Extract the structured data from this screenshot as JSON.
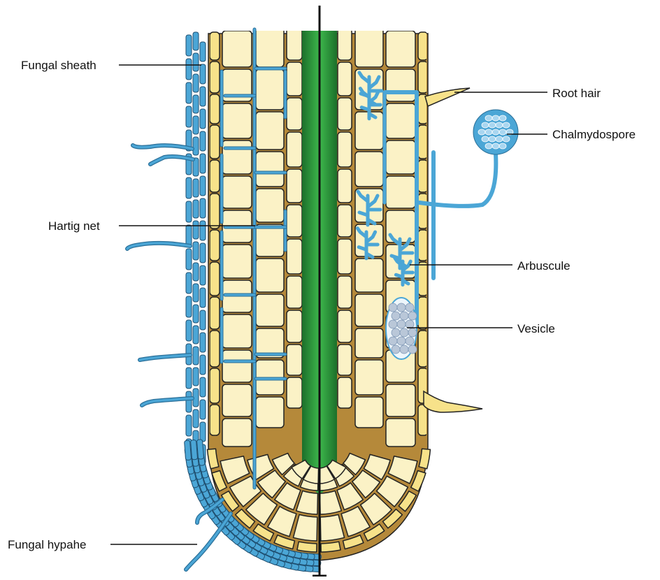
{
  "colors": {
    "background": "#ffffff",
    "cell_fill": "#fbf2c6",
    "cell_stroke": "#222222",
    "matrix_fill": "#b5893a",
    "epidermis_fill": "#f7e28a",
    "stele_dark": "#1e7e2e",
    "stele_light": "#3bb34b",
    "fungus": "#4ba6d6",
    "fungus_light": "#a9d6f0",
    "vesicle_fill": "#b9c7d8",
    "leader_line": "#111111"
  },
  "labels": {
    "fungal_sheath": "Fungal sheath",
    "hartig_net": "Hartig net",
    "fungal_hyphae": "Fungal hypahe",
    "root_hair": "Root hair",
    "chlamydospore": "Chalmydospore",
    "arbuscule": "Arbuscule",
    "vesicle": "Vesicle"
  },
  "icons": {
    "left_half": "ectomycorrhiza-section-icon",
    "right_half": "endomycorrhiza-section-icon"
  }
}
